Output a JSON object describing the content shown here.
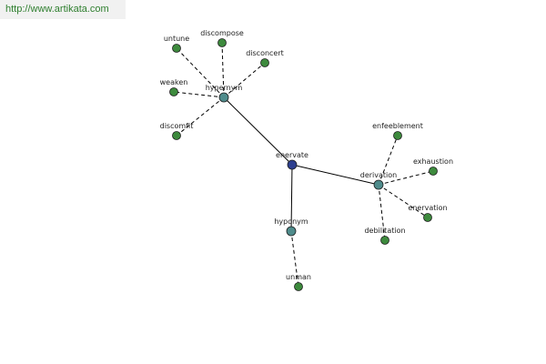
{
  "site": {
    "url": "http://www.artikata.com"
  },
  "colors": {
    "center": "#2d3f8f",
    "relation": "#4f8c8c",
    "leaf": "#3d8a3d",
    "edge": "#000000"
  },
  "graph": {
    "nodes": [
      {
        "id": "enervate",
        "label": "enervate",
        "kind": "center"
      },
      {
        "id": "hypernym",
        "label": "hypernym",
        "kind": "relation"
      },
      {
        "id": "derivation",
        "label": "derivation",
        "kind": "relation"
      },
      {
        "id": "hyponym",
        "label": "hyponym",
        "kind": "relation"
      },
      {
        "id": "untune",
        "label": "untune",
        "kind": "leaf"
      },
      {
        "id": "discompose",
        "label": "discompose",
        "kind": "leaf"
      },
      {
        "id": "disconcert",
        "label": "disconcert",
        "kind": "leaf"
      },
      {
        "id": "weaken",
        "label": "weaken",
        "kind": "leaf"
      },
      {
        "id": "discomfit",
        "label": "discomfit",
        "kind": "leaf"
      },
      {
        "id": "enfeeblement",
        "label": "enfeeblement",
        "kind": "leaf"
      },
      {
        "id": "exhaustion",
        "label": "exhaustion",
        "kind": "leaf"
      },
      {
        "id": "enervation",
        "label": "enervation",
        "kind": "leaf"
      },
      {
        "id": "debilitation",
        "label": "debilitation",
        "kind": "leaf"
      },
      {
        "id": "unman",
        "label": "unman",
        "kind": "leaf"
      }
    ],
    "edges": [
      {
        "from": "enervate",
        "to": "hypernym",
        "style": "solid"
      },
      {
        "from": "enervate",
        "to": "derivation",
        "style": "solid"
      },
      {
        "from": "enervate",
        "to": "hyponym",
        "style": "solid"
      },
      {
        "from": "hypernym",
        "to": "untune",
        "style": "dashed"
      },
      {
        "from": "hypernym",
        "to": "discompose",
        "style": "dashed"
      },
      {
        "from": "hypernym",
        "to": "disconcert",
        "style": "dashed"
      },
      {
        "from": "hypernym",
        "to": "weaken",
        "style": "dashed"
      },
      {
        "from": "hypernym",
        "to": "discomfit",
        "style": "dashed"
      },
      {
        "from": "derivation",
        "to": "enfeeblement",
        "style": "dashed"
      },
      {
        "from": "derivation",
        "to": "exhaustion",
        "style": "dashed"
      },
      {
        "from": "derivation",
        "to": "enervation",
        "style": "dashed"
      },
      {
        "from": "derivation",
        "to": "debilitation",
        "style": "dashed"
      },
      {
        "from": "hyponym",
        "to": "unman",
        "style": "dashed"
      }
    ]
  }
}
